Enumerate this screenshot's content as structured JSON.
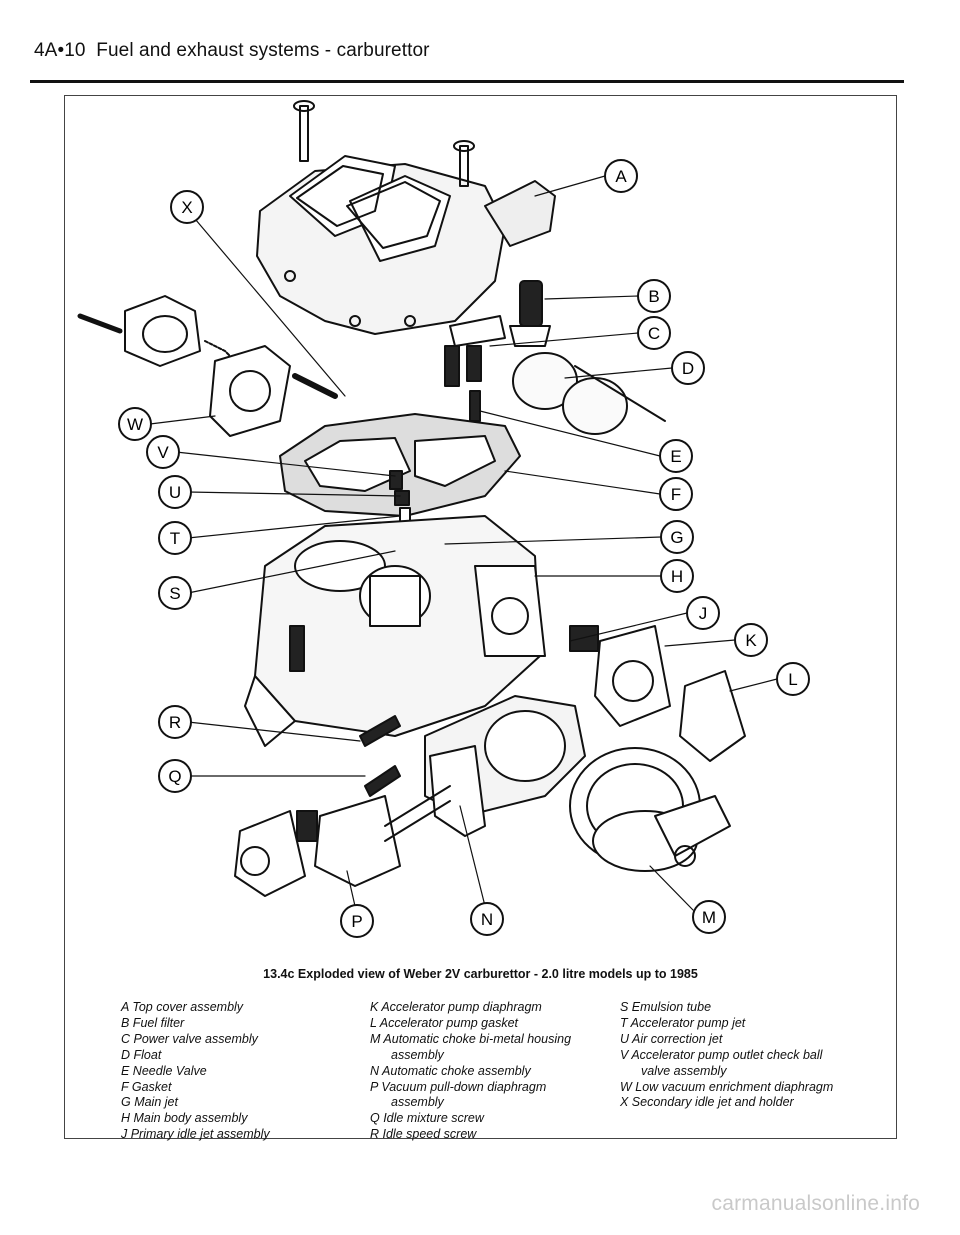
{
  "header": {
    "page_number": "4A•10",
    "title": "Fuel and exhaust systems - carburettor"
  },
  "figure": {
    "caption": "13.4c Exploded view of Weber 2V carburettor - 2.0 litre models up to 1985",
    "callouts": [
      "A",
      "B",
      "C",
      "D",
      "E",
      "F",
      "G",
      "H",
      "J",
      "K",
      "L",
      "M",
      "N",
      "P",
      "Q",
      "R",
      "S",
      "T",
      "U",
      "V",
      "W",
      "X"
    ],
    "legend_columns": [
      [
        {
          "text": "A  Top cover assembly"
        },
        {
          "text": "B  Fuel filter"
        },
        {
          "text": "C  Power valve assembly"
        },
        {
          "text": "D  Float"
        },
        {
          "text": "E  Needle Valve"
        },
        {
          "text": "F  Gasket"
        },
        {
          "text": "G  Main jet"
        },
        {
          "text": "H  Main body assembly"
        },
        {
          "text": "J  Primary idle jet assembly"
        }
      ],
      [
        {
          "text": "K  Accelerator pump diaphragm"
        },
        {
          "text": "L  Accelerator pump gasket"
        },
        {
          "text": "M  Automatic choke bi-metal housing"
        },
        {
          "text": "assembly",
          "indent": true
        },
        {
          "text": "N  Automatic choke assembly"
        },
        {
          "text": "P  Vacuum pull-down diaphragm"
        },
        {
          "text": "assembly",
          "indent": true
        },
        {
          "text": "Q  Idle mixture screw"
        },
        {
          "text": "R  Idle speed screw"
        }
      ],
      [
        {
          "text": "S  Emulsion tube"
        },
        {
          "text": "T  Accelerator pump jet"
        },
        {
          "text": "U  Air correction jet"
        },
        {
          "text": "V  Accelerator pump outlet check ball"
        },
        {
          "text": "valve assembly",
          "indent": true
        },
        {
          "text": "W  Low vacuum enrichment diaphragm"
        },
        {
          "text": "X  Secondary idle jet and holder"
        }
      ]
    ]
  },
  "watermark": "carmanualsonline.info"
}
